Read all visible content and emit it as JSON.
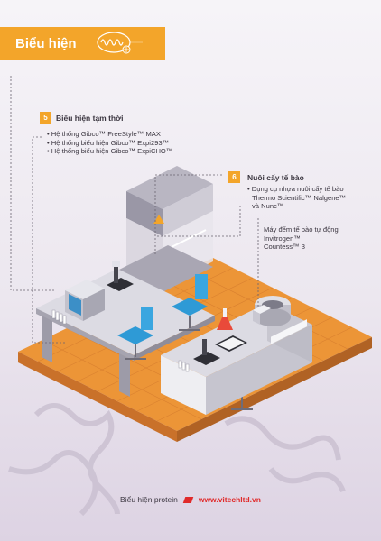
{
  "header": {
    "title": "Biểu hiện",
    "accent_color": "#f3a52a",
    "icon": "wave-cell-icon"
  },
  "section5": {
    "number": "5",
    "title": "Biểu hiện tạm thời",
    "items": [
      "Hệ thống Gibco™ FreeStyle™ MAX",
      "Hệ thống biểu hiện Gibco™ Expi293™",
      "Hệ thống biểu hiện Gibco™ ExpiCHO™"
    ]
  },
  "section6": {
    "number": "6",
    "title": "Nuôi cấy tế bào",
    "item_lines": [
      "Dụng cụ nhựa nuôi cấy tế bào",
      "Thermo Scientific™ Nalgene™",
      "và Nunc™"
    ]
  },
  "counter_label": {
    "lines": [
      "Máy đếm tế bào tự động",
      "Invitrogen™",
      "Countess™ 3"
    ]
  },
  "footer": {
    "label": "Biểu hiện protein",
    "site": "www.vitechltd.vn",
    "site_color": "#e02a2a"
  }
}
